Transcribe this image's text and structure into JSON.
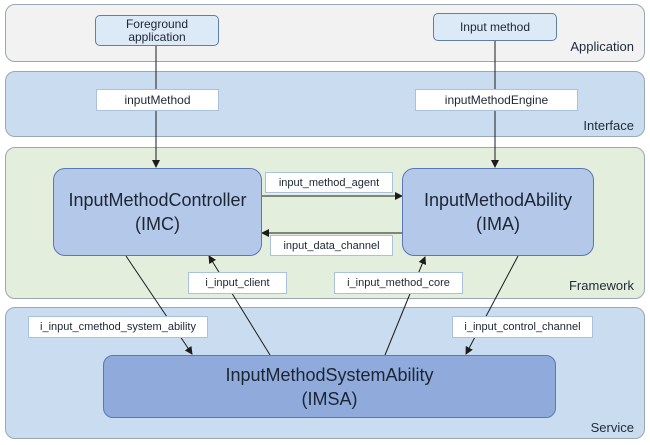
{
  "layers": {
    "application": "Application",
    "interface": "Interface",
    "framework": "Framework",
    "service": "Service"
  },
  "nodes": {
    "foreground_app": "Foreground application",
    "input_method": "Input method",
    "input_method_iface": "inputMethod",
    "input_method_engine": "inputMethodEngine",
    "imc_name": "InputMethodController",
    "imc_abbr": "(IMC)",
    "ima_name": "InputMethodAbility",
    "ima_abbr": "(IMA)",
    "imsa_name": "InputMethodSystemAbility",
    "imsa_abbr": "(IMSA)"
  },
  "edges": {
    "input_method_agent": "input_method_agent",
    "input_data_channel": "input_data_channel",
    "i_input_client": "i_input_client",
    "i_input_method_core": "i_input_method_core",
    "i_input_cmethod_system_ability": "i_input_cmethod_system_ability",
    "i_input_control_channel": "i_input_control_channel"
  },
  "colors": {
    "application_layer": "#f2f2f2",
    "interface_layer": "#c9dcf0",
    "framework_layer": "#e3eedd",
    "service_layer": "#c9dcf0",
    "controller_node": "#b4c8ea",
    "service_node": "#8faadb"
  }
}
